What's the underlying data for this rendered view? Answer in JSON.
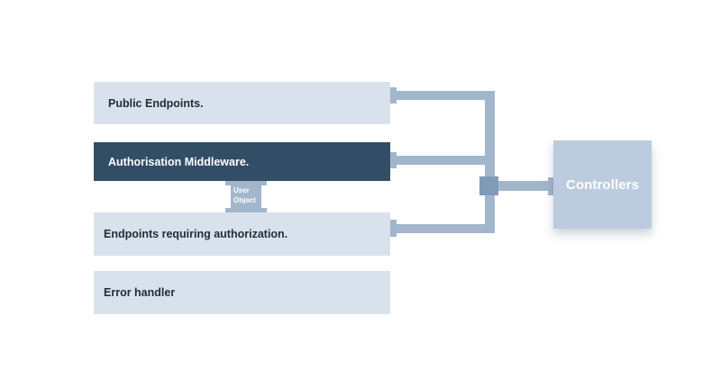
{
  "boxes": {
    "public": "Public Endpoints.",
    "auth": "Authorisation Middleware.",
    "protected": "Endpoints requiring authorization.",
    "error": "Error handler"
  },
  "user_object": {
    "line1": "User",
    "line2": "Object"
  },
  "controllers": "Controllers",
  "colors": {
    "light_box": "#d9e2ec",
    "dark_box": "#324e67",
    "connector": "#a2b6cb",
    "junction": "#7f9bb8",
    "controllers_box": "#bccbdd"
  }
}
